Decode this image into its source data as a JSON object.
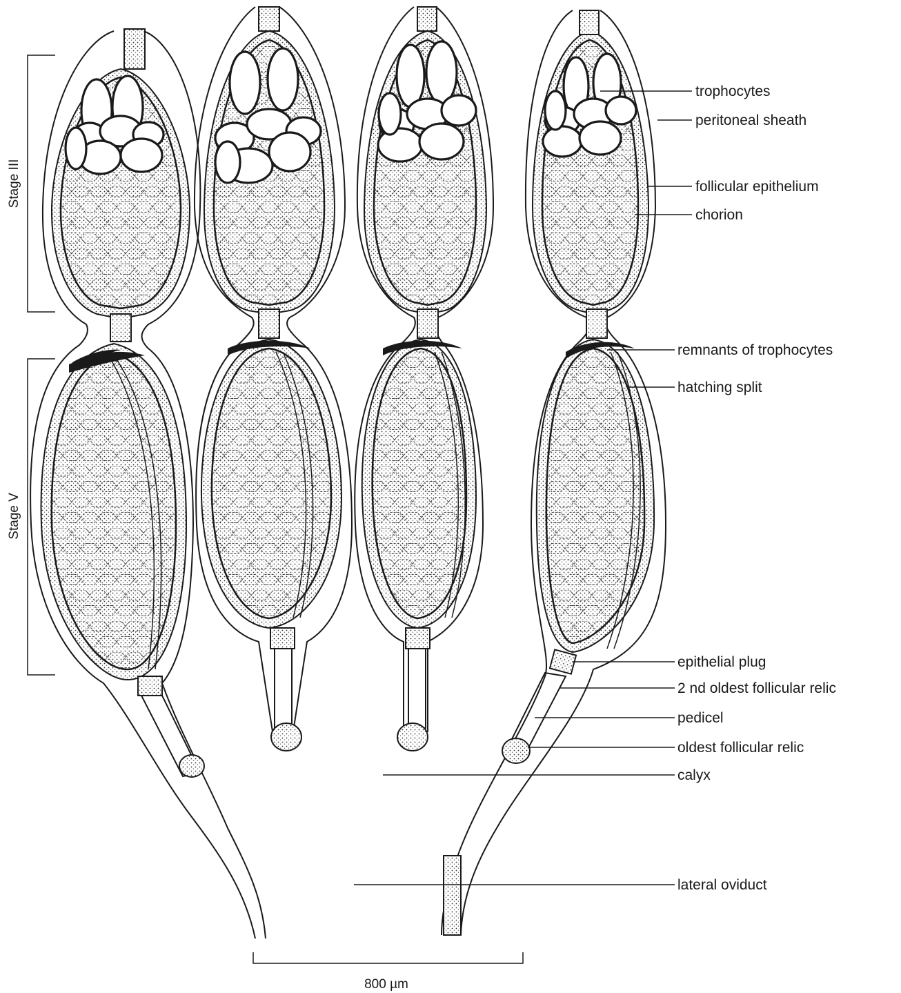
{
  "stage_labels": {
    "upper": "Stage III",
    "lower": "Stage V"
  },
  "labels": [
    "trophocytes",
    "peritoneal sheath",
    "follicular epithelium",
    "chorion",
    "remnants of trophocytes",
    "hatching split",
    "epithelial plug",
    "2 nd oldest follicular relic",
    "pedicel",
    "oldest follicular relic",
    "calyx",
    "lateral oviduct"
  ],
  "scale_bar": {
    "text": "800 µm"
  },
  "colors": {
    "ink": "#1a1a1a",
    "paper": "#ffffff"
  }
}
